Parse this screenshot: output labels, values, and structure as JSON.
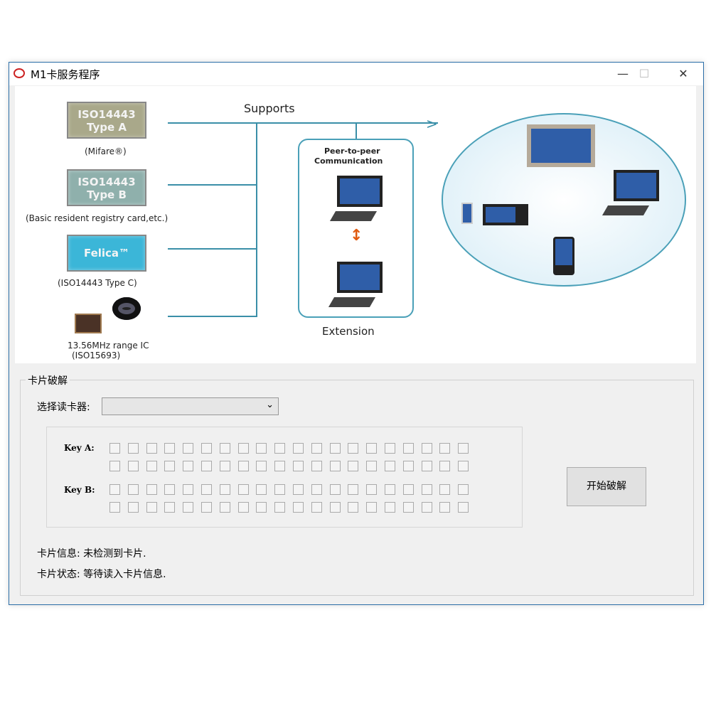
{
  "window": {
    "title": "M1卡服务程序",
    "minimize": "—",
    "maximize": "☐",
    "close": "✕"
  },
  "diagram": {
    "supports": "Supports",
    "chips": [
      {
        "line1": "ISO14443",
        "line2": "Type A",
        "caption": "(Mifare®)",
        "color": "#a9a88a"
      },
      {
        "line1": "ISO14443",
        "line2": "Type B",
        "caption": "(Basic resident registry card,etc.)",
        "color": "#8fb0ac"
      },
      {
        "line1": "Felica™",
        "line2": "",
        "caption": "(ISO14443 Type C)",
        "color": "#3bb6d8"
      }
    ],
    "ic_caption1": "13.56MHz range IC",
    "ic_caption2": "(ISO15693)",
    "p2p_title1": "Peer-to-peer",
    "p2p_title2": "Communication",
    "extension": "Extension"
  },
  "crack": {
    "group_title": "卡片破解",
    "reader_label": "选择读卡器:",
    "reader_value": "",
    "key_a_label": "Key A:",
    "key_b_label": "Key B:",
    "start_button": "开始破解",
    "card_info": "卡片信息: 未检测到卡片.",
    "card_status": "卡片状态: 等待读入卡片信息."
  }
}
